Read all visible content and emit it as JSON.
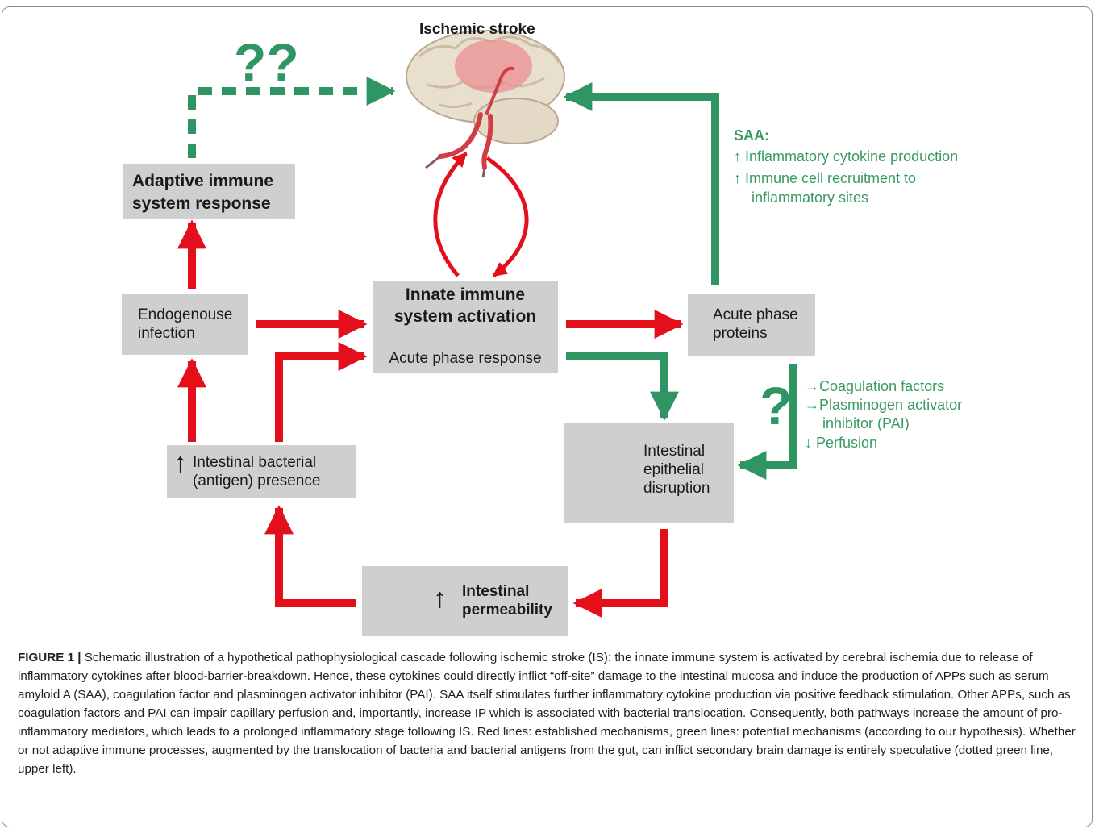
{
  "diagram": {
    "top_title": "Ischemic stroke",
    "adaptive": {
      "line1": "Adaptive immune",
      "line2": "system response"
    },
    "endogenous": {
      "line1": "Endogenouse",
      "line2": "infection"
    },
    "innate": {
      "line1": "Innate immune",
      "line2": "system activation",
      "sub": "Acute phase response"
    },
    "acute_proteins": {
      "line1": "Acute phase",
      "line2": "proteins"
    },
    "bacterial": {
      "arrow": "↑",
      "line1": "Intestinal bacterial",
      "line2": "(antigen) presence"
    },
    "epithelial": {
      "line1": "Intestinal",
      "line2": "epithelial",
      "line3": "disruption"
    },
    "permeability": {
      "arrow": "↑",
      "line1": "Intestinal",
      "line2": "permeability"
    },
    "saa": {
      "title": "SAA:",
      "item1": "↑ Inflammatory cytokine production",
      "item2a": "↑ Immune cell recruitment to",
      "item2b": "inflammatory sites"
    },
    "coag": {
      "item1": "→Coagulation factors",
      "item2a": "→Plasminogen activator",
      "item2b": "inhibitor (PAI)",
      "item3": "↓ Perfusion"
    },
    "q_double": "??",
    "q_single": "?",
    "colors": {
      "red": "#e3101b",
      "green": "#2e9563",
      "box": "#cfcfcf"
    }
  },
  "caption": {
    "label": "FIGURE 1 |",
    "text": " Schematic illustration of a hypothetical pathophysiological cascade following ischemic stroke (IS): the innate immune system is activated by cerebral ischemia due to release of inflammatory cytokines after blood-barrier-breakdown. Hence, these cytokines could directly inflict “off-site” damage to the intestinal mucosa and induce the production of APPs such as serum amyloid A (SAA), coagulation factor and plasminogen activator inhibitor (PAI). SAA itself stimulates further inflammatory cytokine production via positive feedback stimulation. Other APPs, such as coagulation factors and PAI can impair capillary perfusion and, importantly, increase IP which is associated with bacterial translocation. Consequently, both pathways increase the amount of pro-inflammatory mediators, which leads to a prolonged inflammatory stage following IS. Red lines: established mechanisms, green lines: potential mechanisms (according to our hypothesis). Whether or not adaptive immune processes, augmented by the translocation of bacteria and bacterial antigens from the gut, can inflict secondary brain damage is entirely speculative (dotted green line, upper left)."
  }
}
